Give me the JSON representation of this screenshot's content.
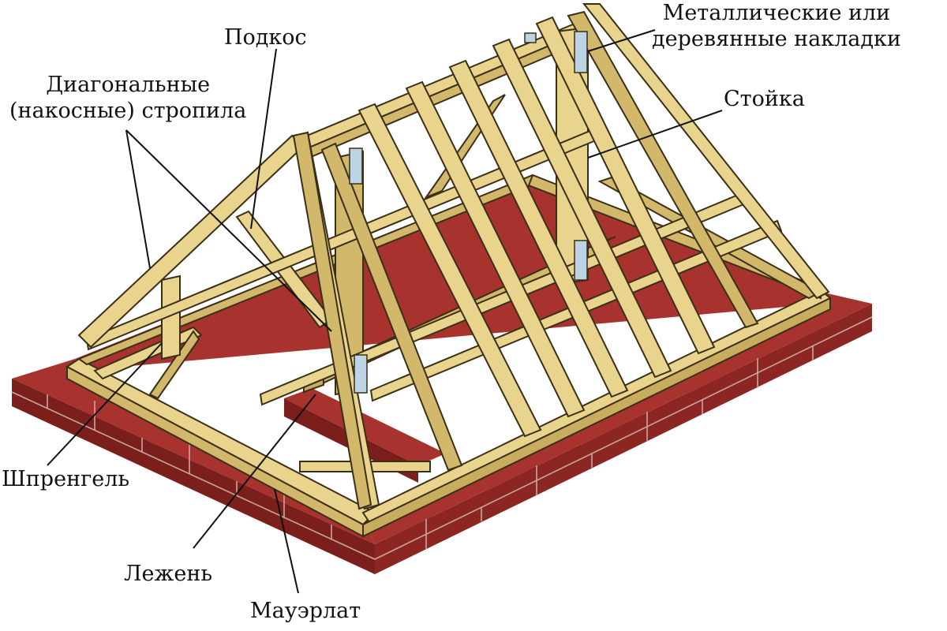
{
  "labels": {
    "podkos": "Подкос",
    "diagonal_rafters_line1": "Диагональные",
    "diagonal_rafters_line2": "(накосные) стропила",
    "plates_line1": "Металлические или",
    "plates_line2": "деревянные накладки",
    "stoyka": "Стойка",
    "shprengel": "Шпренгель",
    "lezhen": "Лежень",
    "mauerlat": "Мауэрлат"
  },
  "colors": {
    "wood": "#e9d48e",
    "wood_shade": "#d2b86a",
    "wood_outline": "#3b2f17",
    "brick": "#a8322e",
    "brick_shade": "#7a1f1c",
    "mortar": "#c9a6a2",
    "metal_plate": "#bcd4e6",
    "leader_line": "#111111",
    "text": "#111111"
  }
}
